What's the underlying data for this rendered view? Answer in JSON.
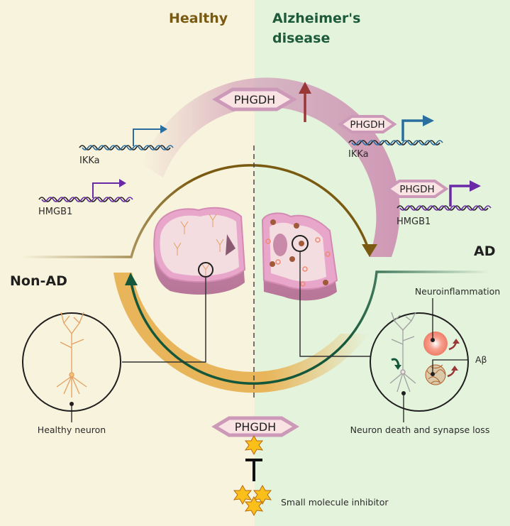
{
  "colors": {
    "healthy_bg": "#f8f3dc",
    "ad_bg": "#e4f3dc",
    "healthy_text": "#7a5a10",
    "ad_text": "#1d5a3a",
    "brown_arc": "#7a5a10",
    "green_arc": "#14573a",
    "pink_band": "#cf98b5",
    "gold_band": "#e8b55a",
    "phgdh_border": "#cc99b8",
    "phgdh_fill": "#f9e3e3",
    "up_arrow": "#9a3838",
    "ikka_color": "#2a6ea0",
    "hmgb1_color": "#6a2aa8",
    "star_fill": "#fbbf1a",
    "star_stroke": "#b86a10"
  },
  "headers": {
    "healthy": "Healthy",
    "ad_line1": "Alzheimer's",
    "ad_line2": "disease"
  },
  "states": {
    "non_ad": "Non-AD",
    "ad": "AD"
  },
  "phgdh": {
    "top": "PHGDH",
    "ikka_bound": "PHGDH",
    "hmgb1_bound": "PHGDH",
    "inhibited": "PHGDH"
  },
  "genes": {
    "healthy_ikka": "IKKa",
    "healthy_hmgb1": "HMGB1",
    "ad_ikka": "IKKa",
    "ad_hmgb1": "HMGB1"
  },
  "labels": {
    "healthy_neuron": "Healthy neuron",
    "neuroinflammation": "Neuroinflammation",
    "abeta": "Aβ",
    "neuron_death": "Neuron death and synapse loss",
    "inhibitor": "Small molecule inhibitor"
  }
}
